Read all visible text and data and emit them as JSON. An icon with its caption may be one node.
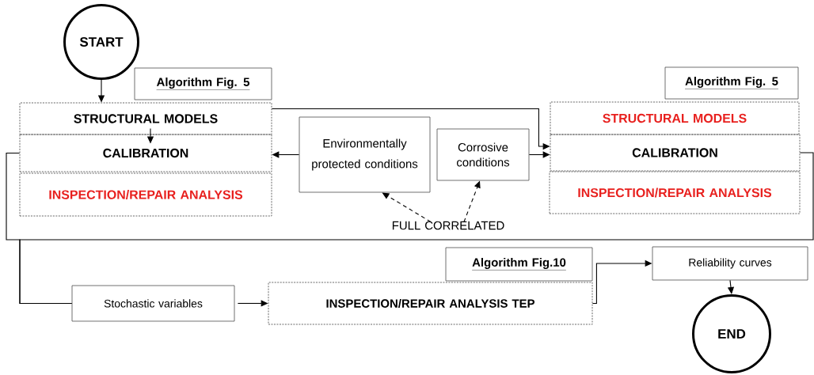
{
  "diagram": {
    "nodes": [
      {
        "text": [
          "START"
        ]
      },
      {
        "text": [
          "Algorithm Fig. 5"
        ]
      },
      {
        "text": [
          "STRUCTURAL MODELS"
        ]
      },
      {
        "text": [
          "CALIBRATION"
        ]
      },
      {
        "text": [
          "INSPECTION/REPAIR ANALYSIS"
        ]
      },
      {
        "text": [
          "Environmentally protected conditions"
        ]
      },
      {
        "text": [
          "Corrosive conditions"
        ]
      },
      {
        "text": [
          "FULL CORRELATED"
        ]
      },
      {
        "text": [
          "Algorithm Fig. 5"
        ]
      },
      {
        "text": [
          "STRUCTURAL MODELS"
        ]
      },
      {
        "text": [
          "CALIBRATION"
        ]
      },
      {
        "text": [
          "INSPECTION/REPAIR ANALYSIS"
        ]
      },
      {
        "text": [
          "Algorithm Fig.10"
        ]
      },
      {
        "text": [
          "Stochastic variables"
        ]
      },
      {
        "text": [
          "INSPECTION/REPAIR ANALYSIS TEP"
        ]
      },
      {
        "text": [
          "Reliability curves"
        ]
      },
      {
        "text": [
          "END"
        ]
      }
    ],
    "edges": [
      {
        "from": 0,
        "to": 2,
        "arrow": "to"
      },
      {
        "from": 2,
        "to": 3,
        "arrow": "to"
      },
      {
        "from": 2,
        "to": 10,
        "arrow": "to"
      },
      {
        "from": 5,
        "to": 3,
        "arrow": "to"
      },
      {
        "from": 6,
        "to": 10,
        "arrow": "to"
      },
      {
        "from": 7,
        "to": 5,
        "arrow": "to",
        "style": "dashed"
      },
      {
        "from": 7,
        "to": 6,
        "arrow": "to",
        "style": "dashed"
      },
      {
        "from": 3,
        "to": 13,
        "arrow": "none"
      },
      {
        "from": 10,
        "to": 13,
        "arrow": "none"
      },
      {
        "from": 13,
        "to": 14,
        "arrow": "to"
      },
      {
        "from": 14,
        "to": 15,
        "arrow": "to"
      },
      {
        "from": 15,
        "to": 16,
        "arrow": "to"
      }
    ]
  }
}
